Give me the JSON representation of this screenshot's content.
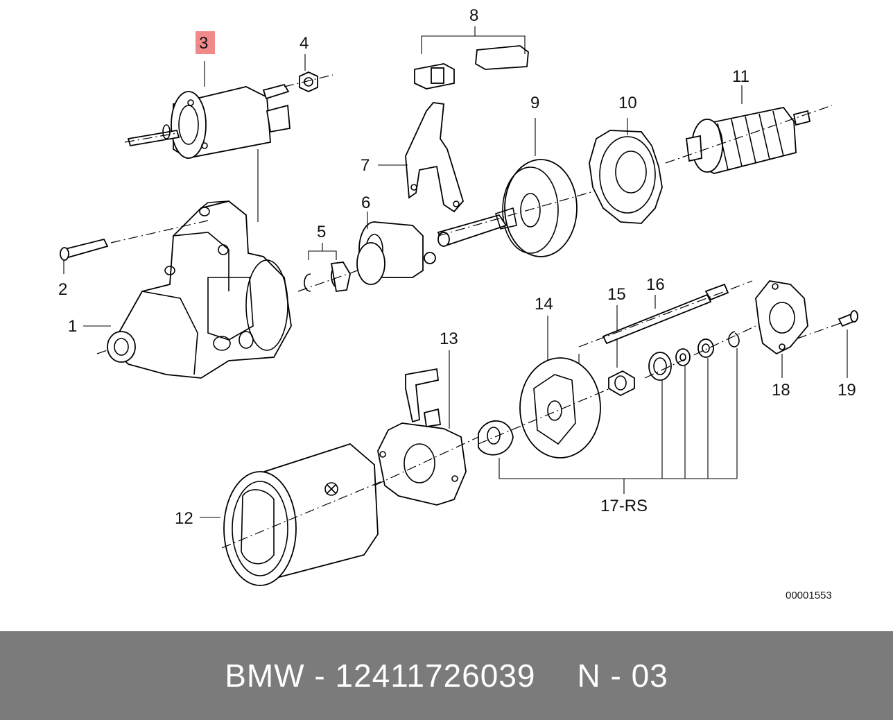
{
  "diagram": {
    "highlight_color": "#f08a8a",
    "highlighted_part": "3",
    "labels": {
      "p1": "1",
      "p2": "2",
      "p3": "3",
      "p4": "4",
      "p5": "5",
      "p6": "6",
      "p7": "7",
      "p8": "8",
      "p9": "9",
      "p10": "10",
      "p11": "11",
      "p12": "12",
      "p13": "13",
      "p14": "14",
      "p15": "15",
      "p16": "16",
      "p17": "17-RS",
      "p18": "18",
      "p19": "19"
    },
    "document_id": "00001553"
  },
  "footer": {
    "background": "#7b7b7b",
    "part_text": "BMW - 12411726039",
    "ref_text": "N - 03"
  }
}
